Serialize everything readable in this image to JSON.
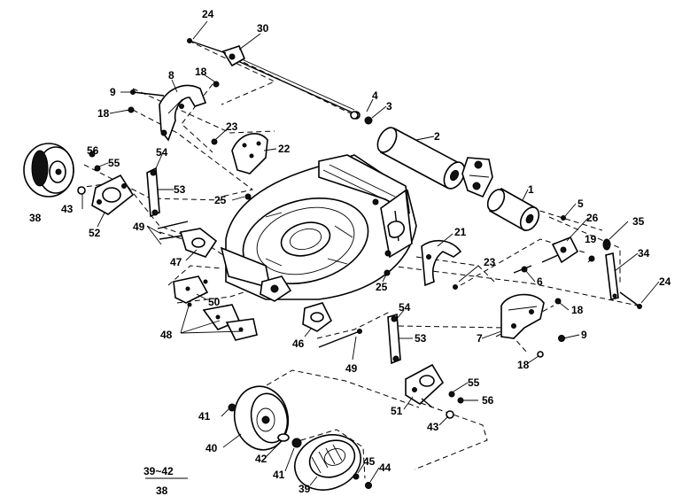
{
  "labels": {
    "p24a": "24",
    "p30": "30",
    "p18a": "18",
    "p8": "8",
    "p9a": "9",
    "p18b": "18",
    "p4": "4",
    "p3": "3",
    "p2": "2",
    "p23a": "23",
    "p22": "22",
    "p56a": "56",
    "p55a": "55",
    "p54a": "54",
    "p38a": "38",
    "p43a": "43",
    "p52": "52",
    "p53a": "53",
    "p25a": "25",
    "p1": "1",
    "p5": "5",
    "p26": "26",
    "p35": "35",
    "p49a": "49",
    "p21": "21",
    "p19": "19",
    "p34": "34",
    "p47": "47",
    "p23b": "23",
    "p25b": "25",
    "p6": "6",
    "p24b": "24",
    "p50": "50",
    "p18c": "18",
    "p48": "48",
    "p54b": "54",
    "p46": "46",
    "p53b": "53",
    "p7": "7",
    "p9b": "9",
    "p49b": "49",
    "p18d": "18",
    "p55b": "55",
    "p56b": "56",
    "p51": "51",
    "p41a": "41",
    "p43b": "43",
    "p40": "40",
    "p42": "42",
    "p41b": "41",
    "p45": "45",
    "p44": "44",
    "p39": "39",
    "range_top": "39~42",
    "range_bottom": "38"
  }
}
